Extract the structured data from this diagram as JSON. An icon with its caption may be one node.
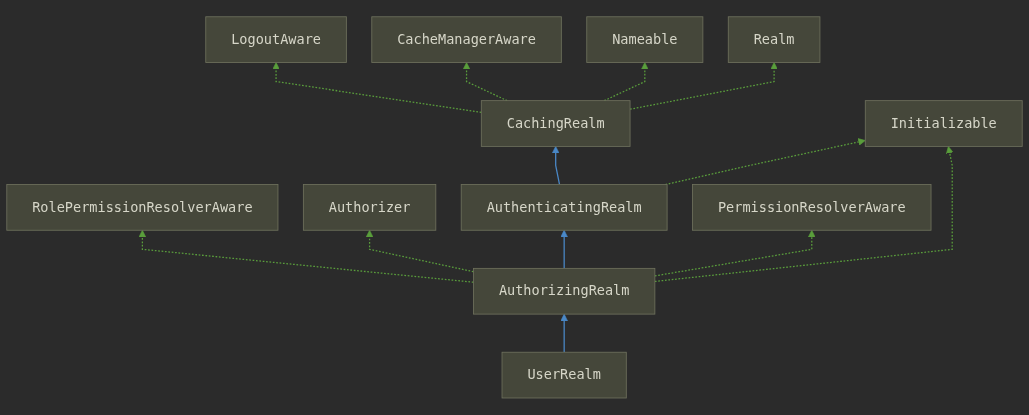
{
  "diagram": {
    "nodes": [
      {
        "text": [
          "LogoutAware"
        ]
      },
      {
        "text": [
          "CacheManagerAware"
        ]
      },
      {
        "text": [
          "Nameable"
        ]
      },
      {
        "text": [
          "Realm"
        ]
      },
      {
        "text": [
          "CachingRealm"
        ]
      },
      {
        "text": [
          "Initializable"
        ]
      },
      {
        "text": [
          "RolePermissionResolverAware"
        ]
      },
      {
        "text": [
          "Authorizer"
        ]
      },
      {
        "text": [
          "AuthenticatingRealm"
        ]
      },
      {
        "text": [
          "PermissionResolverAware"
        ]
      },
      {
        "text": [
          "AuthorizingRealm"
        ]
      },
      {
        "text": [
          "UserRealm"
        ]
      }
    ],
    "edges": [
      {
        "from": 4,
        "to": 0,
        "arrow": "to",
        "style": "dashed"
      },
      {
        "from": 4,
        "to": 1,
        "arrow": "to",
        "style": "dashed"
      },
      {
        "from": 4,
        "to": 2,
        "arrow": "to",
        "style": "dashed"
      },
      {
        "from": 4,
        "to": 3,
        "arrow": "to",
        "style": "dashed"
      },
      {
        "from": 8,
        "to": 4,
        "arrow": "to",
        "color": "#4a88c7"
      },
      {
        "from": 8,
        "to": 5,
        "arrow": "to",
        "style": "dashed"
      },
      {
        "from": 10,
        "to": 6,
        "arrow": "to",
        "style": "dashed"
      },
      {
        "from": 10,
        "to": 7,
        "arrow": "to",
        "style": "dashed"
      },
      {
        "from": 10,
        "to": 8,
        "arrow": "to",
        "color": "#4a88c7"
      },
      {
        "from": 10,
        "to": 5,
        "arrow": "to",
        "style": "dashed"
      },
      {
        "from": 10,
        "to": 9,
        "arrow": "to",
        "style": "dashed"
      },
      {
        "from": 11,
        "to": 10,
        "arrow": "to",
        "color": "#4a88c7"
      }
    ]
  }
}
